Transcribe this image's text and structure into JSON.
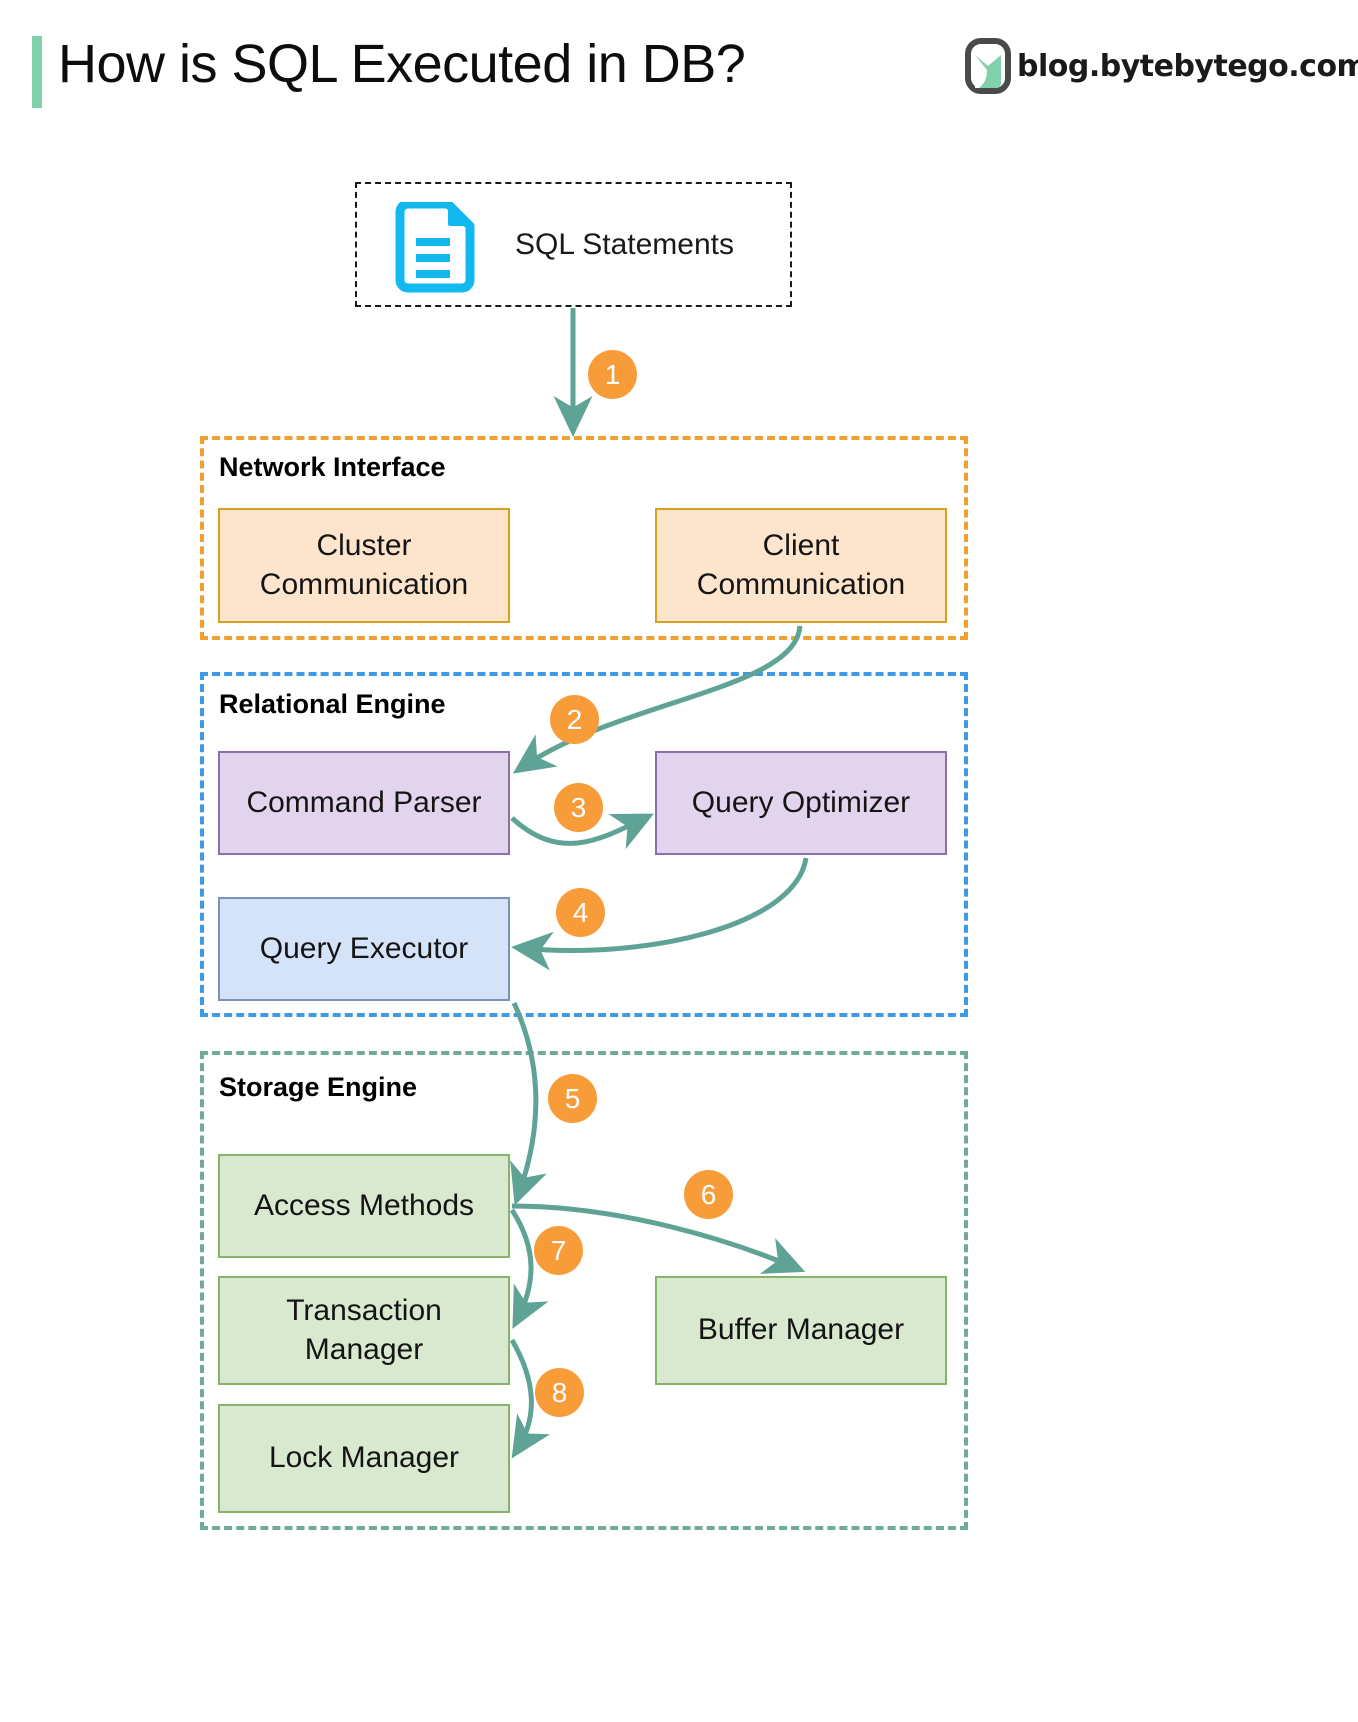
{
  "header": {
    "title": "How is SQL Executed in DB?",
    "brand": "blog.bytebytego.com",
    "accent_color": "#7fd0ab",
    "logo_icon": "bytebytego-logo-icon"
  },
  "input": {
    "label": "SQL Statements",
    "icon": "document-icon",
    "icon_color": "#12b9ef",
    "border_style": "dashed",
    "border_color": "#1a1a1a"
  },
  "groups": [
    {
      "id": "network",
      "title": "Network Interface",
      "border_color": "#f0a030",
      "nodes": [
        {
          "id": "cluster",
          "label": "Cluster\nCommunication",
          "fill": "#fde5cd",
          "stroke": "#d6a020"
        },
        {
          "id": "client",
          "label": "Client\nCommunication",
          "fill": "#fde5cd",
          "stroke": "#d6a020"
        }
      ]
    },
    {
      "id": "relational",
      "title": "Relational Engine",
      "border_color": "#3d9ae8",
      "nodes": [
        {
          "id": "parser",
          "label": "Command Parser",
          "fill": "#e3d4ee",
          "stroke": "#8a6fa8"
        },
        {
          "id": "optimizer",
          "label": "Query Optimizer",
          "fill": "#e3d4ee",
          "stroke": "#8a6fa8"
        },
        {
          "id": "executor",
          "label": "Query Executor",
          "fill": "#d5e3f8",
          "stroke": "#7a93b8"
        }
      ]
    },
    {
      "id": "storage",
      "title": "Storage Engine",
      "border_color": "#6faa9a",
      "nodes": [
        {
          "id": "access",
          "label": "Access Methods",
          "fill": "#d8e9cf",
          "stroke": "#86b36a"
        },
        {
          "id": "transaction",
          "label": "Transaction\nManager",
          "fill": "#d8e9cf",
          "stroke": "#86b36a"
        },
        {
          "id": "lock",
          "label": "Lock Manager",
          "fill": "#d8e9cf",
          "stroke": "#86b36a"
        },
        {
          "id": "buffer",
          "label": "Buffer Manager",
          "fill": "#d8e9cf",
          "stroke": "#86b36a"
        }
      ]
    }
  ],
  "node_labels": {
    "cluster_line1": "Cluster",
    "cluster_line2": "Communication",
    "client_line1": "Client",
    "client_line2": "Communication",
    "parser": "Command Parser",
    "optimizer": "Query Optimizer",
    "executor": "Query Executor",
    "access": "Access Methods",
    "transaction_line1": "Transaction",
    "transaction_line2": "Manager",
    "lock": "Lock Manager",
    "buffer": "Buffer Manager"
  },
  "steps": [
    {
      "n": "1",
      "from": "SQL Statements",
      "to": "Network Interface"
    },
    {
      "n": "2",
      "from": "Client Communication",
      "to": "Command Parser"
    },
    {
      "n": "3",
      "from": "Command Parser",
      "to": "Query Optimizer"
    },
    {
      "n": "4",
      "from": "Query Optimizer",
      "to": "Query Executor"
    },
    {
      "n": "5",
      "from": "Query Executor",
      "to": "Access Methods"
    },
    {
      "n": "6",
      "from": "Access Methods",
      "to": "Buffer Manager"
    },
    {
      "n": "7",
      "from": "Access Methods",
      "to": "Transaction Manager"
    },
    {
      "n": "8",
      "from": "Transaction Manager",
      "to": "Lock Manager"
    }
  ],
  "colors": {
    "step_badge": "#f79c38",
    "step_text": "#ffffff",
    "arrow": "#5fa396",
    "background": "#ffffff"
  }
}
